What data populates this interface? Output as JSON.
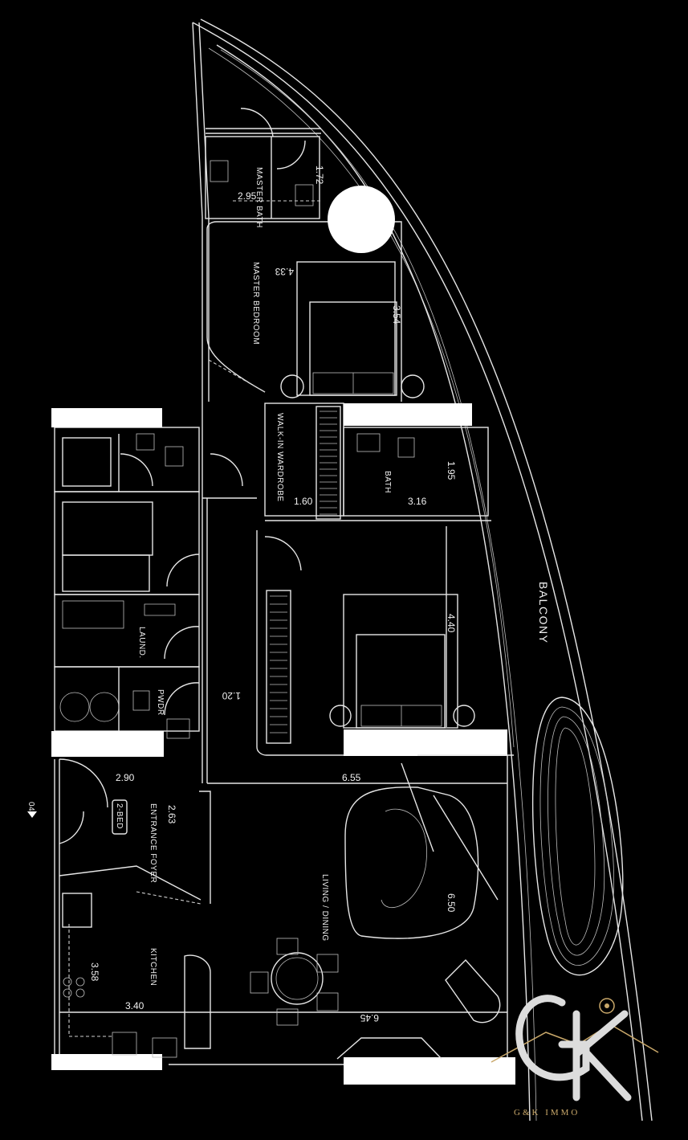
{
  "rooms": {
    "master_bath": "MASTER BATH",
    "master_bedroom": "MASTER BEDROOM",
    "walk_in_wardrobe": "WALK-IN WARDROBE",
    "bath": "BATH",
    "balcony": "BALCONY",
    "laundry": "LAUND.",
    "powder": "PWDR",
    "entrance_foyer": "ENTRANCE FOYER",
    "living_dining": "LIVING / DINING",
    "kitchen": "KITCHEN",
    "unit_tag": "2-BED",
    "section_marker": "04"
  },
  "dimensions": {
    "master_bath_w": "2.95",
    "master_bath_d": "1.72",
    "master_bedroom_w": "4.33",
    "master_bedroom_d": "3.54",
    "wardrobe_w": "1.60",
    "bath_w": "3.16",
    "bath_d": "1.95",
    "bedroom2_d": "4.40",
    "corridor_w": "1.20",
    "foyer_w": "2.90",
    "living_w": "6.55",
    "foyer_d": "2.63",
    "living_d": "6.50",
    "kitchen_d": "3.58",
    "kitchen_w": "3.40",
    "dining_w": "6.45"
  },
  "logo": {
    "initials": "GK",
    "text": "G&K IMMO",
    "gold": "#c9a86a",
    "silver": "#dcdcdc"
  },
  "colors": {
    "background": "#000000",
    "lines": "#e6e6e6"
  }
}
